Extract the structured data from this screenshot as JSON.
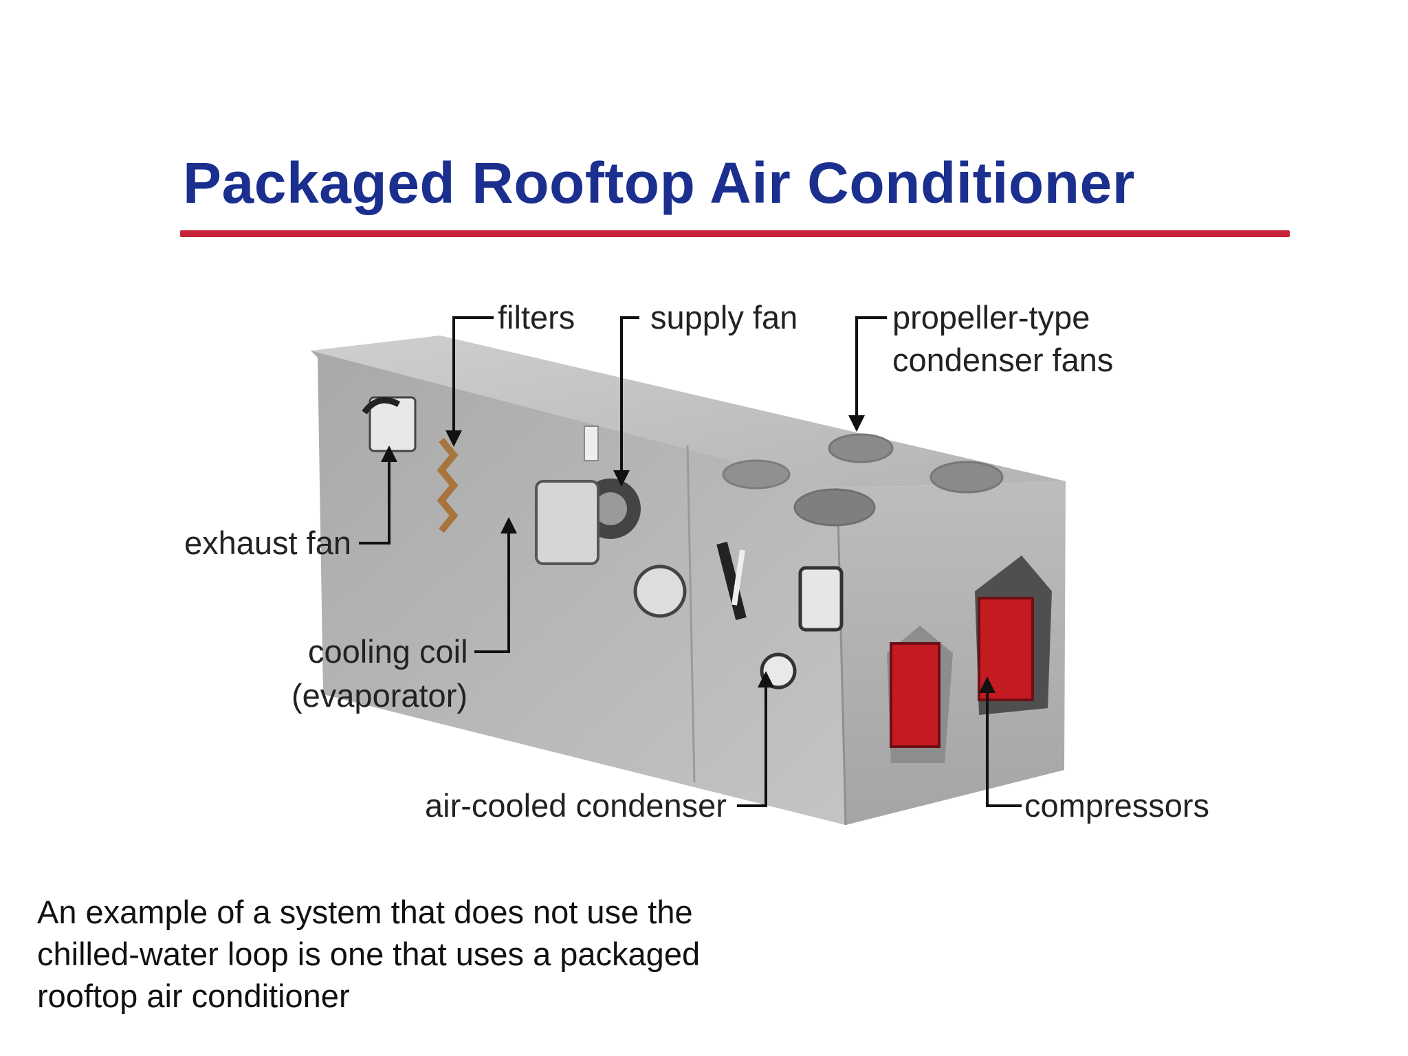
{
  "title": "Packaged Rooftop Air Conditioner",
  "colors": {
    "title": "#1b2f8f",
    "rule": "#c8213a",
    "unit_body": "#b9b9b9",
    "compressor_red": "#c41a22"
  },
  "labels": {
    "filters": "filters",
    "supply_fan": "supply fan",
    "propeller_fans_line1": "propeller-type",
    "propeller_fans_line2": "condenser fans",
    "exhaust_fan": "exhaust fan",
    "cooling_coil_line1": "cooling coil",
    "cooling_coil_line2": "(evaporator)",
    "air_cooled_condenser": "air-cooled condenser",
    "compressors": "compressors"
  },
  "caption": {
    "line1": "An example of a system that does not use the",
    "line2": "chilled-water loop is one that uses a packaged",
    "line3": "rooftop air conditioner"
  }
}
